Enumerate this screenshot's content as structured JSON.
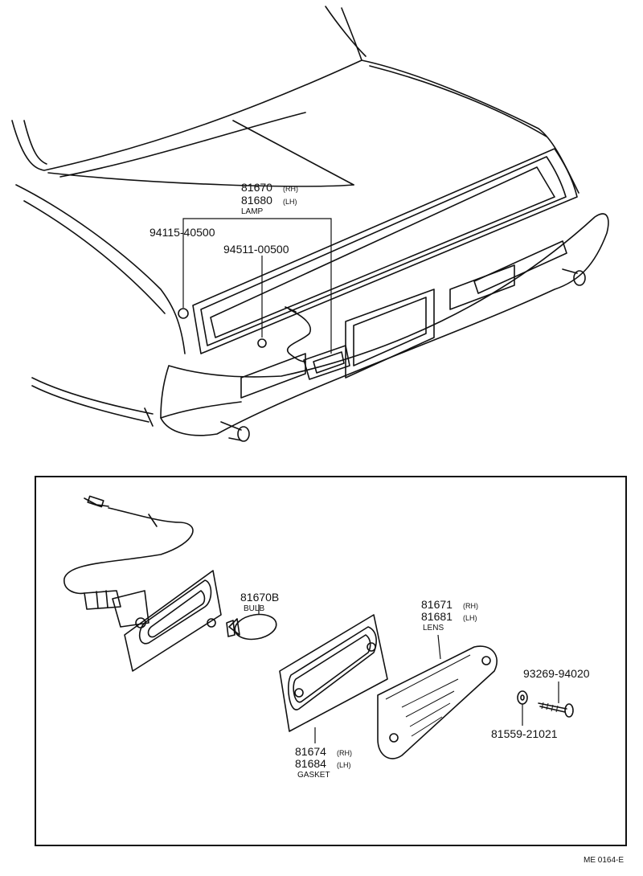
{
  "callouts": {
    "lamp": {
      "part_rh": "81670",
      "side_rh": "(RH)",
      "part_lh": "81680",
      "side_lh": "(LH)",
      "name": "LAMP"
    },
    "screw_top": {
      "part": "94115-40500"
    },
    "nut_top": {
      "part": "94511-00500"
    },
    "bulb": {
      "part": "81670B",
      "name": "BULB"
    },
    "lens": {
      "part_rh": "81671",
      "side_rh": "(RH)",
      "part_lh": "81681",
      "side_lh": "(LH)",
      "name": "LENS"
    },
    "gasket": {
      "part_rh": "81674",
      "side_rh": "(RH)",
      "part_lh": "81684",
      "side_lh": "(LH)",
      "name": "GASKET"
    },
    "screw": {
      "part": "93269-94020"
    },
    "washer": {
      "part": "81559-21021"
    }
  },
  "footer": {
    "code": "ME 0164-E"
  }
}
